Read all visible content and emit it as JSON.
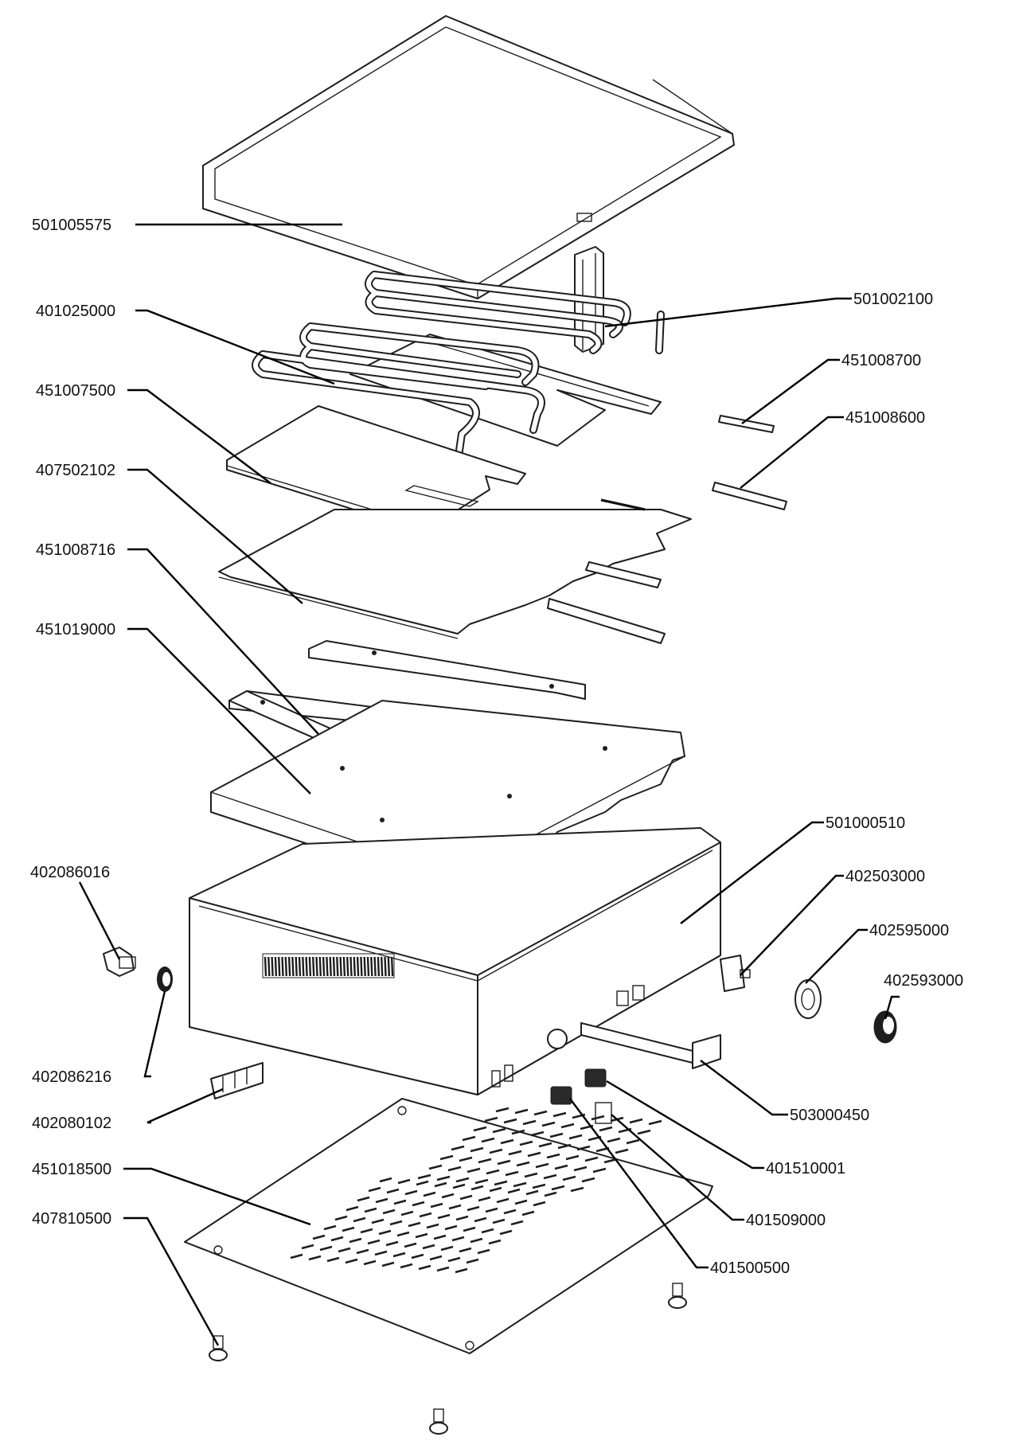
{
  "labels": [
    {
      "id": "p1",
      "text": "501005575"
    },
    {
      "id": "p2",
      "text": "401025000"
    },
    {
      "id": "p3",
      "text": "451007500"
    },
    {
      "id": "p4",
      "text": "407502102"
    },
    {
      "id": "p5",
      "text": "451008716"
    },
    {
      "id": "p6",
      "text": "451019000"
    },
    {
      "id": "p7",
      "text": "402086016"
    },
    {
      "id": "p8",
      "text": "402086216"
    },
    {
      "id": "p9",
      "text": "402080102"
    },
    {
      "id": "p10",
      "text": "451018500"
    },
    {
      "id": "p11",
      "text": "407810500"
    },
    {
      "id": "p12",
      "text": "501002100"
    },
    {
      "id": "p13",
      "text": "451008700"
    },
    {
      "id": "p14",
      "text": "451008600"
    },
    {
      "id": "p15",
      "text": "501000510"
    },
    {
      "id": "p16",
      "text": "402503000"
    },
    {
      "id": "p17",
      "text": "402595000"
    },
    {
      "id": "p18",
      "text": "402593000"
    },
    {
      "id": "p19",
      "text": "503000450"
    },
    {
      "id": "p20",
      "text": "401510001"
    },
    {
      "id": "p21",
      "text": "401509000"
    },
    {
      "id": "p22",
      "text": "401500500"
    }
  ]
}
